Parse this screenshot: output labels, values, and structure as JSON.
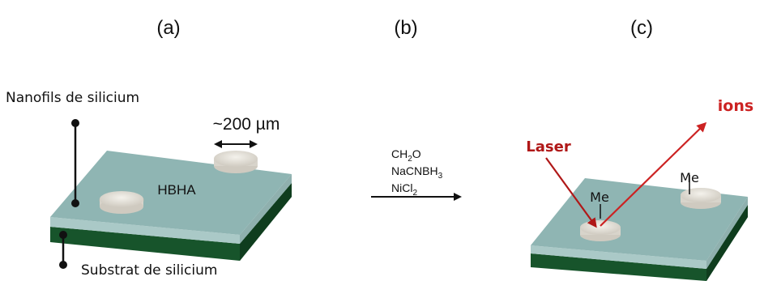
{
  "panels": {
    "a": {
      "label": "(a)"
    },
    "b": {
      "label": "(b)"
    },
    "c": {
      "label": "(c)"
    }
  },
  "panel_a": {
    "nanowires_label": "Nanofils de silicium",
    "substrate_label": "Substrat de silicium",
    "coating_label": "HBHA",
    "spot_size_label": "~200 µm"
  },
  "panel_b": {
    "reagent_1": {
      "main": "CH",
      "sub": "2",
      "tail": "O"
    },
    "reagent_2": {
      "main": "NaCNBH",
      "sub": "3",
      "tail": ""
    },
    "reagent_3": {
      "main": "NiCl",
      "sub": "2",
      "tail": ""
    }
  },
  "panel_c": {
    "laser_label": "Laser",
    "ions_label": "ions",
    "metal_label_left": "Me",
    "metal_label_right": "Me"
  },
  "colors": {
    "slab_top": "#8fb5b3",
    "slab_left_edge": "#6f9896",
    "slab_front_band": "#aac9c7",
    "substrate": "#17542b",
    "substrate_side": "#0f3d1e",
    "spot_fill": "#e6e3dc",
    "laser_red": "#b01818",
    "ions_red": "#cc2222"
  }
}
